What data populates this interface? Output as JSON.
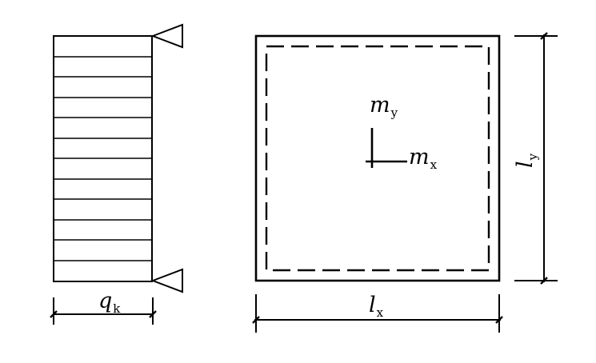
{
  "labels": {
    "load_main": "q",
    "load_sub": "k",
    "moment_y_main": "m",
    "moment_y_sub": "y",
    "moment_x_main": "m",
    "moment_x_sub": "x",
    "span_x_main": "l",
    "span_x_sub": "x",
    "span_y_main": "l",
    "span_y_sub": "y"
  },
  "colors": {
    "stroke": "#000000",
    "background": "#ffffff"
  }
}
